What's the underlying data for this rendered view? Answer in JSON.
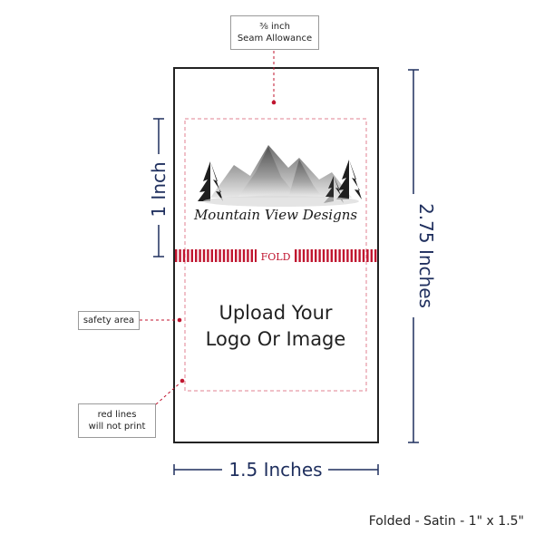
{
  "callouts": {
    "seam": {
      "fraction": "⅜",
      "line1": "inch",
      "line2": "Seam Allowance"
    },
    "safety": "safety area",
    "red_lines": {
      "line1": "red lines",
      "line2": "will not print"
    }
  },
  "dimensions": {
    "fold_height": "1 Inch",
    "total_height": "2.75 Inches",
    "width": "1.5 Inches"
  },
  "fold_label": "FOLD",
  "logo": {
    "brand": "Mountain View Designs"
  },
  "upload": {
    "line1": "Upload Your",
    "line2": "Logo Or Image"
  },
  "footer": "Folded - Satin - 1\" x 1.5\"",
  "colors": {
    "dimension": "#1f2f5e",
    "guide_red": "#c0152f",
    "safety_pink": "#e08090",
    "label_border": "#222222"
  }
}
